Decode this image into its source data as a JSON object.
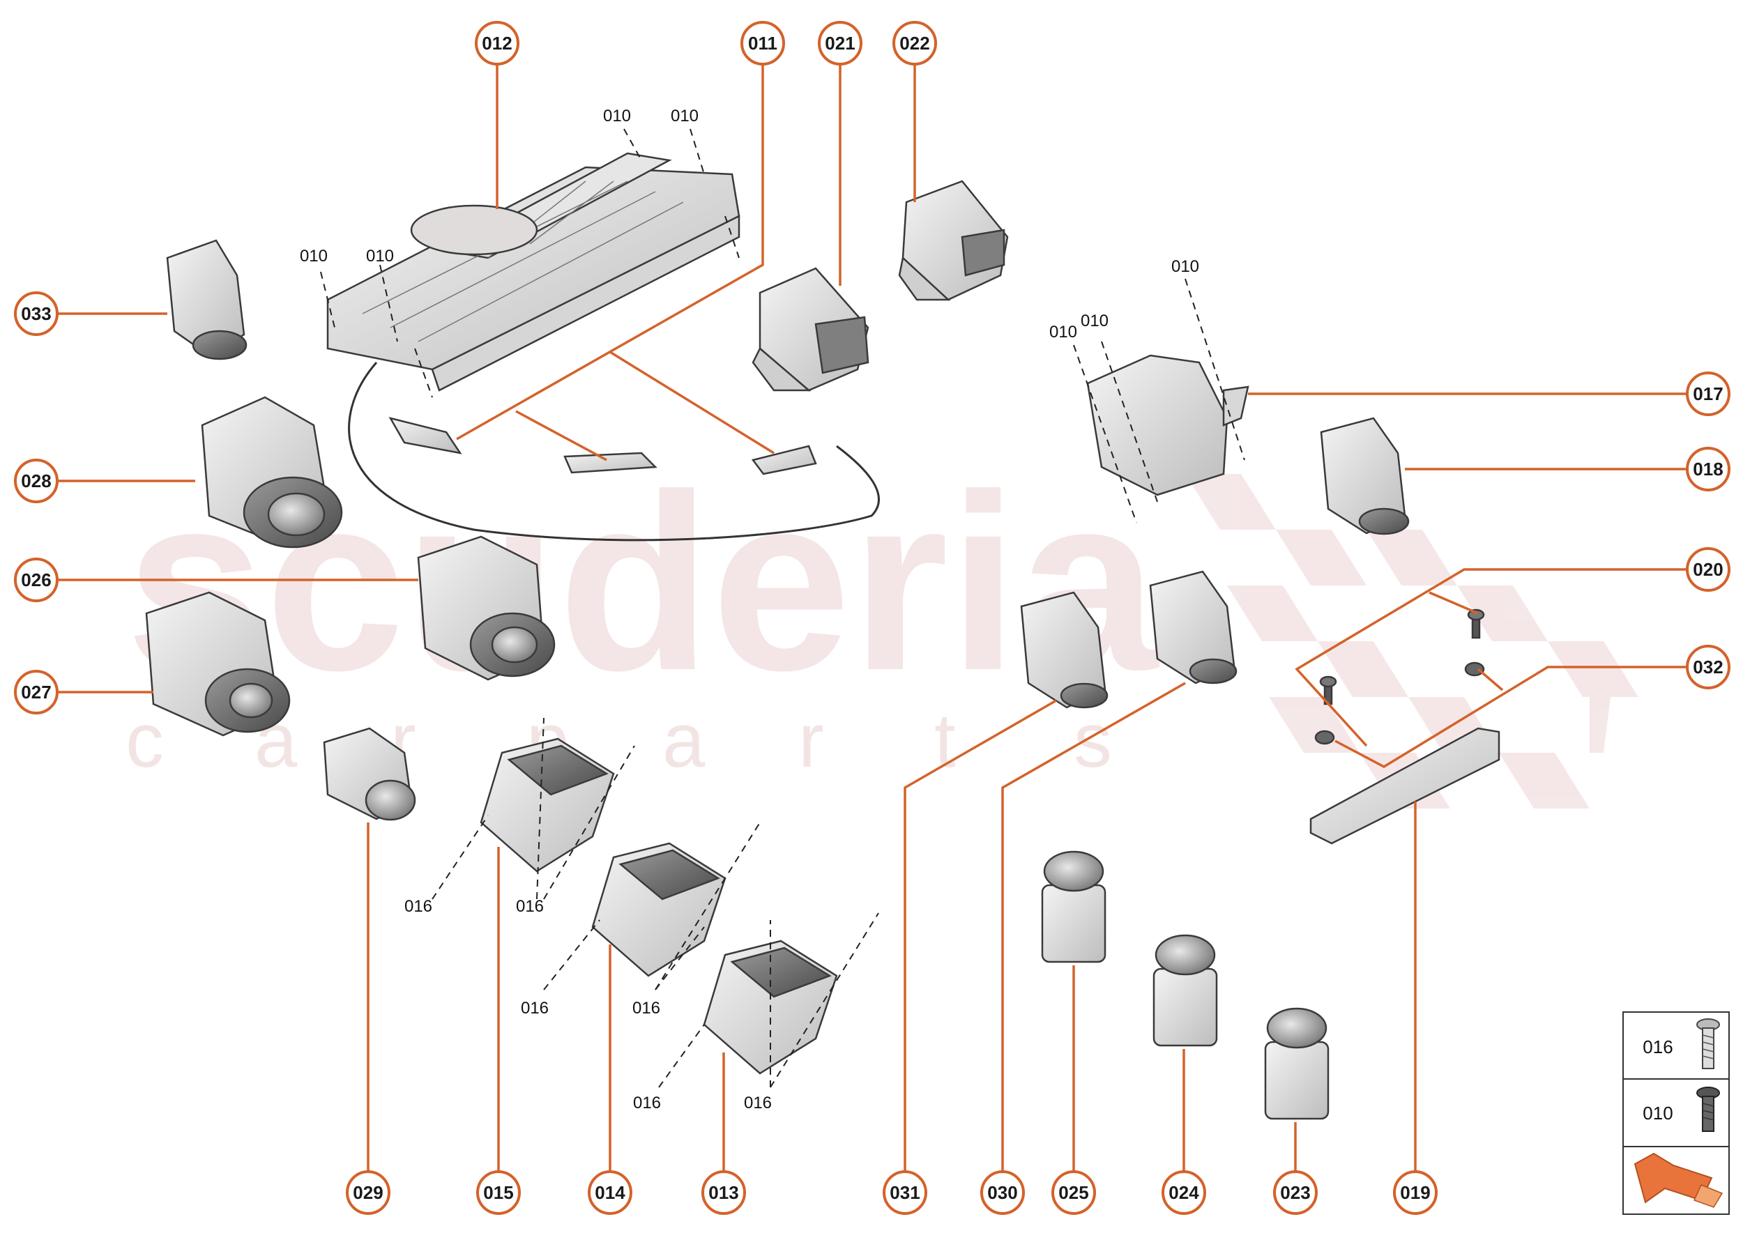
{
  "watermark": {
    "brand": "scuderia",
    "tagline_letters": [
      "c",
      "a",
      "r",
      "p",
      "a",
      "r",
      "t",
      "s"
    ]
  },
  "callouts": [
    "033",
    "028",
    "026",
    "027",
    "012",
    "011",
    "021",
    "022",
    "017",
    "018",
    "020",
    "032",
    "029",
    "015",
    "014",
    "013",
    "031",
    "030",
    "025",
    "024",
    "023",
    "019"
  ],
  "detail_labels": {
    "screw_010": "010",
    "screw_016": "016"
  },
  "legend": {
    "rows": [
      {
        "code": "016",
        "icon": "long-screw-icon"
      },
      {
        "code": "010",
        "icon": "short-screw-icon"
      }
    ],
    "arrow_icon": "orange-direction-arrow-icon"
  },
  "colors": {
    "accent": "#d4622a",
    "watermark": "#ecd3d3"
  }
}
